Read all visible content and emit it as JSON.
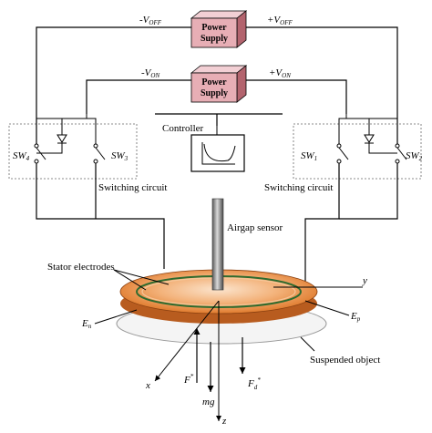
{
  "power_supply_top": {
    "line1": "Power",
    "line2": "Supply"
  },
  "power_supply_bottom": {
    "line1": "Power",
    "line2": "Supply"
  },
  "v_off_neg": "-V",
  "v_off_neg_sub": "OFF",
  "v_off_pos": "+V",
  "v_off_pos_sub": "OFF",
  "v_on_neg": "-V",
  "v_on_neg_sub": "ON",
  "v_on_pos": "+V",
  "v_on_pos_sub": "ON",
  "controller_label": "Controller",
  "sw4": "SW",
  "sw4_sub": "4",
  "sw3": "SW",
  "sw3_sub": "3",
  "sw1": "SW",
  "sw1_sub": "1",
  "sw2": "SW",
  "sw2_sub": "2",
  "switching_left": "Switching circuit",
  "switching_right": "Switching circuit",
  "airgap_label": "Airgap sensor",
  "stator_label": "Stator electrodes",
  "en": "E",
  "en_sub": "n",
  "ep": "E",
  "ep_sub": "p",
  "y_axis": "y",
  "x_axis": "x",
  "z_axis": "z",
  "suspended_label": "Suspended object",
  "f_star": "F",
  "f_star_sup": "*",
  "fd_star": "F",
  "fd_star_sub": "d",
  "fd_star_sup": "*",
  "mg": "mg",
  "colors": {
    "ps_face": "#e7aeb5",
    "ps_top": "#f2cfd4",
    "ps_side": "#b3646e",
    "disk_outer": "#e88f45",
    "disk_inner": "#f7d3b0",
    "ring": "#2f6b2f"
  }
}
